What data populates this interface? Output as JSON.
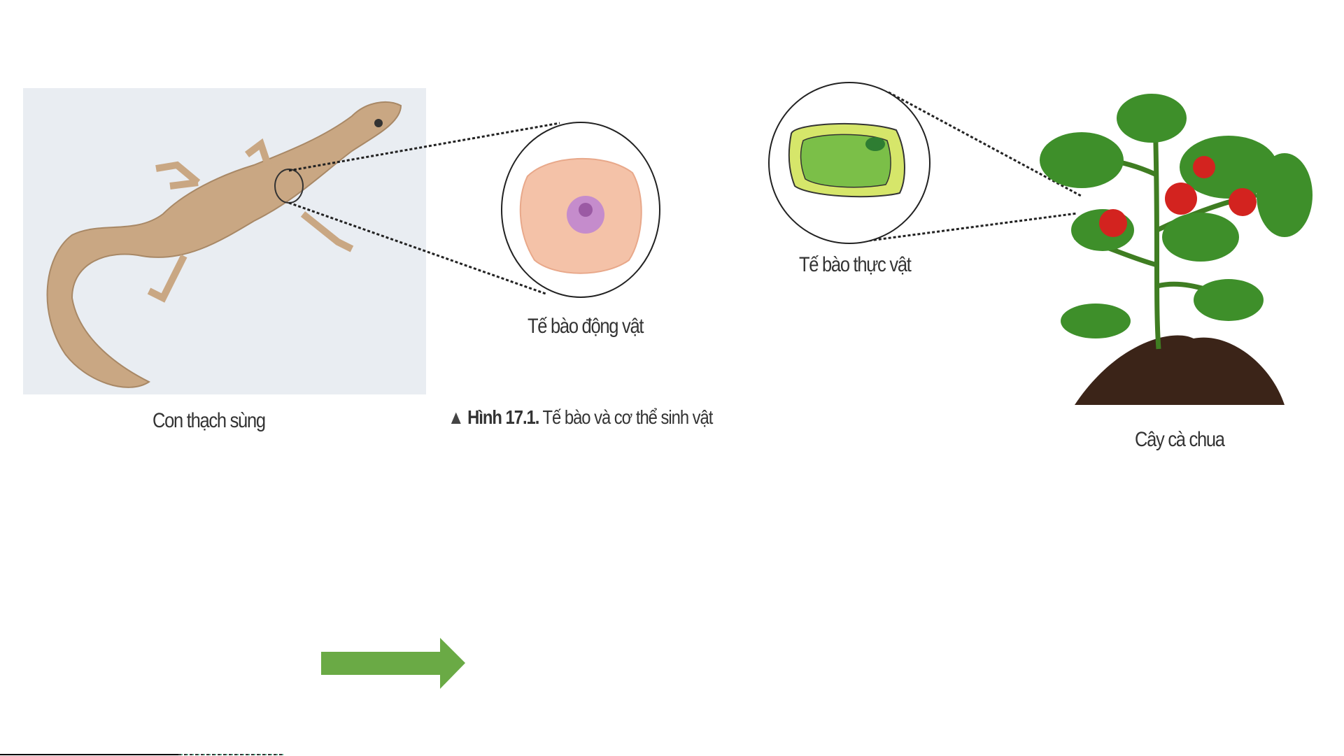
{
  "figure": {
    "lizard_label": "Con thạch sùng",
    "animal_cell_label": "Tế bào động vật",
    "plant_cell_label": "Tế bào thực vật",
    "tomato_label": "Cây cà chua",
    "caption_number": "Hình 17.1.",
    "caption_text": "Tế bào và cơ thể sinh vật"
  },
  "colors": {
    "arrow": "#6aaa45",
    "animal_cell": "#f4c2a8",
    "nucleus": "#c58ccc",
    "plant_cell_wall": "#d6e66a",
    "plant_cytoplasm": "#7bbf48"
  }
}
